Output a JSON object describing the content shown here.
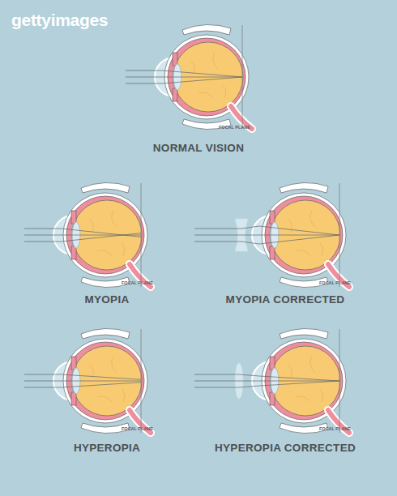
{
  "diagram": {
    "labels": [
      "gettyimages",
      "FOCAL PLANE",
      "NORMAL VISION",
      "FOCAL PLANE",
      "FOCAL PLANE",
      "MYOPIA",
      "MYOPIA CORRECTED",
      "FOCAL PLANE",
      "FOCAL PLANE",
      "HYPEROPIA",
      "HYPEROPIA CORRECTED"
    ]
  }
}
